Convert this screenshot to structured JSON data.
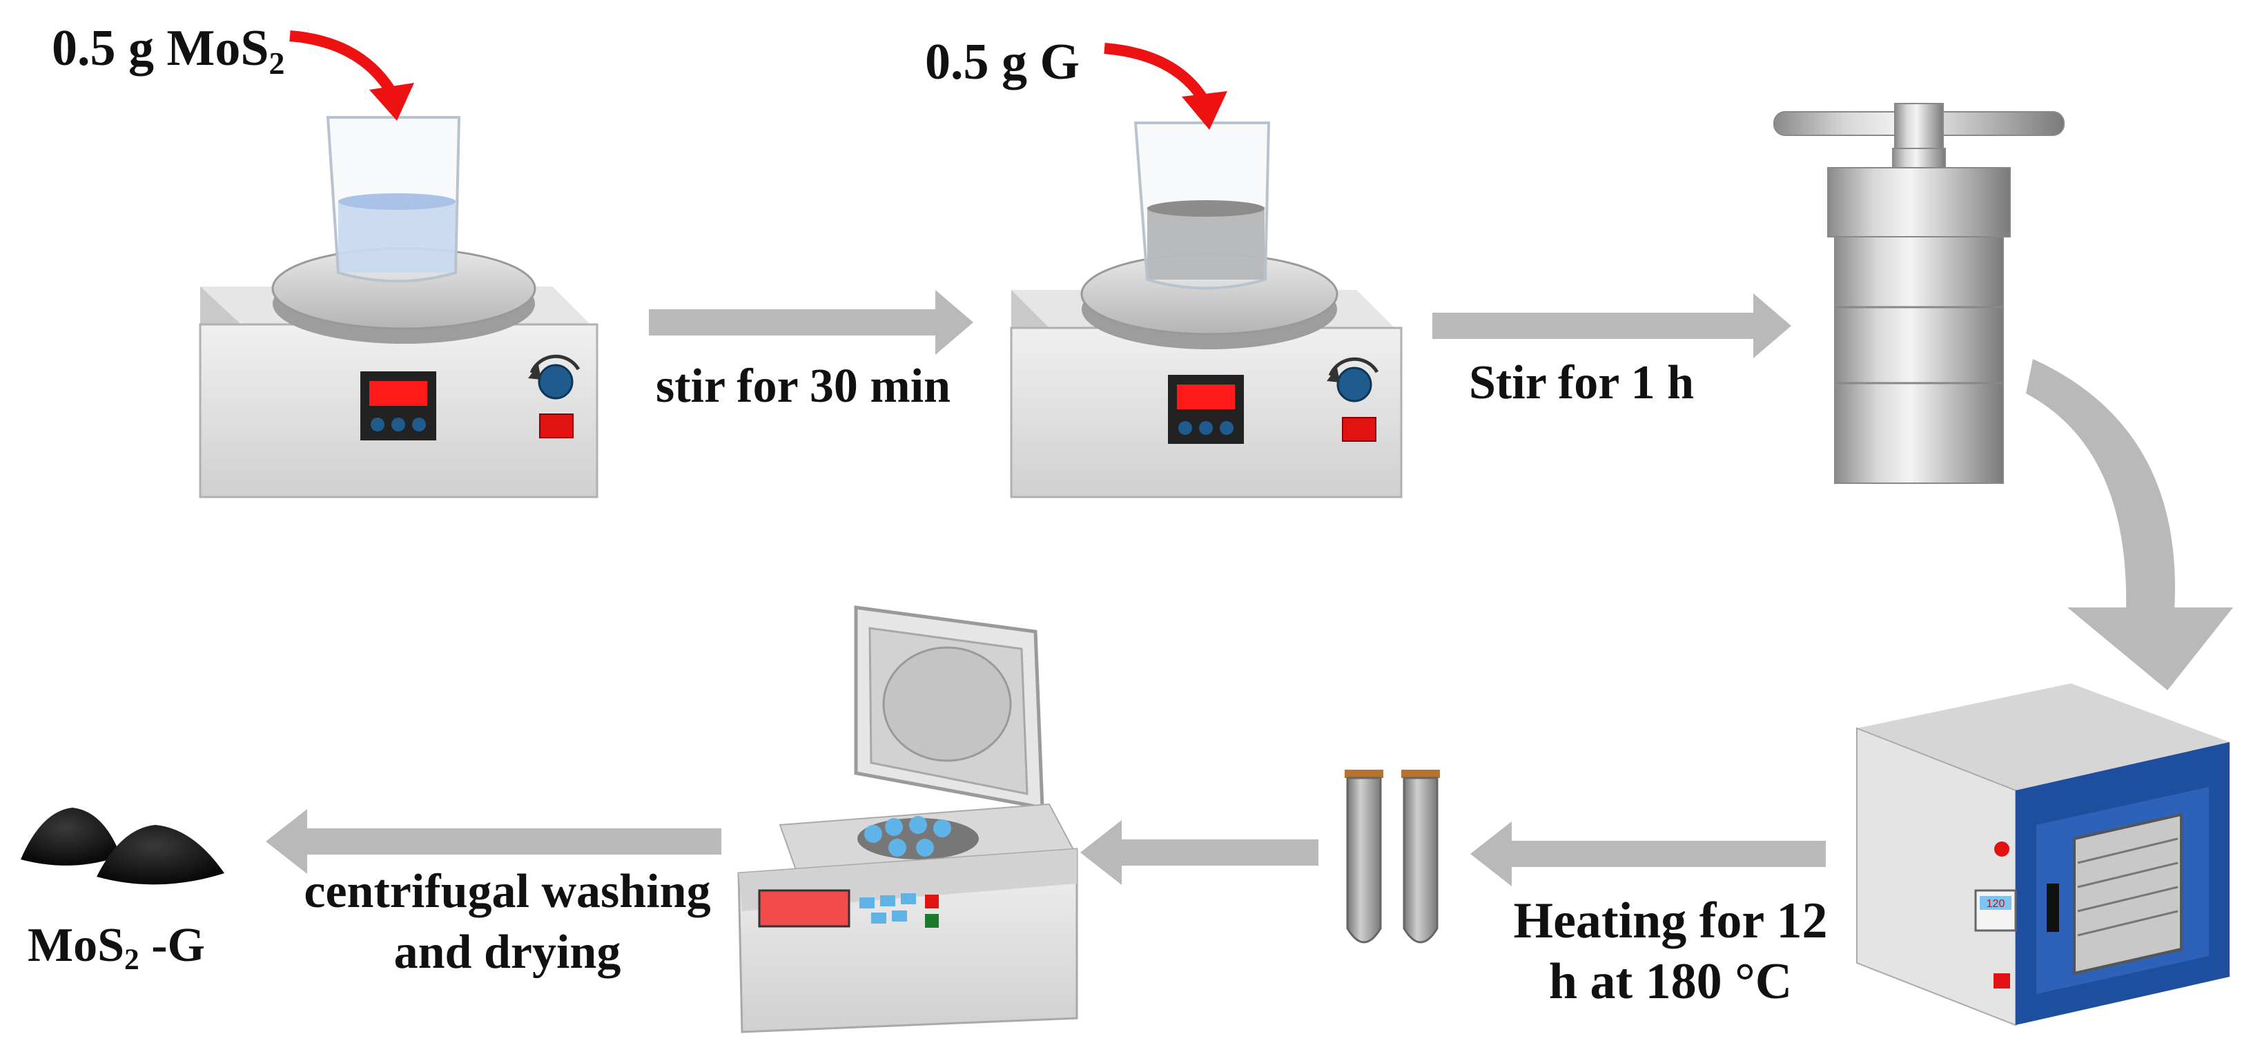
{
  "labels": {
    "mos2_amount": "0.5 g MoS",
    "mos2_sub": "2",
    "g_amount": "0.5 g G",
    "stir_30": "stir for 30 min",
    "stir_1h": "Stir for 1 h",
    "heating_line1": "Heating for 12",
    "heating_line2": "h at 180 °C",
    "wash_line1": "centrifugal washing",
    "wash_line2": "and drying",
    "product_prefix": "MoS",
    "product_sub": "2",
    "product_suffix": " -G"
  },
  "devices": {
    "oven_display": "120"
  },
  "colors": {
    "arrow_gray": "#b9b9b9",
    "red_arrow": "#ee1111",
    "display_red": "#ff1a1a",
    "knob_blue": "#1f5b8c",
    "oven_blue": "#1d4f9e",
    "solution_blue": "#b7cdec",
    "solution_gray": "#9a9a9a",
    "powder_black": "#111111"
  }
}
